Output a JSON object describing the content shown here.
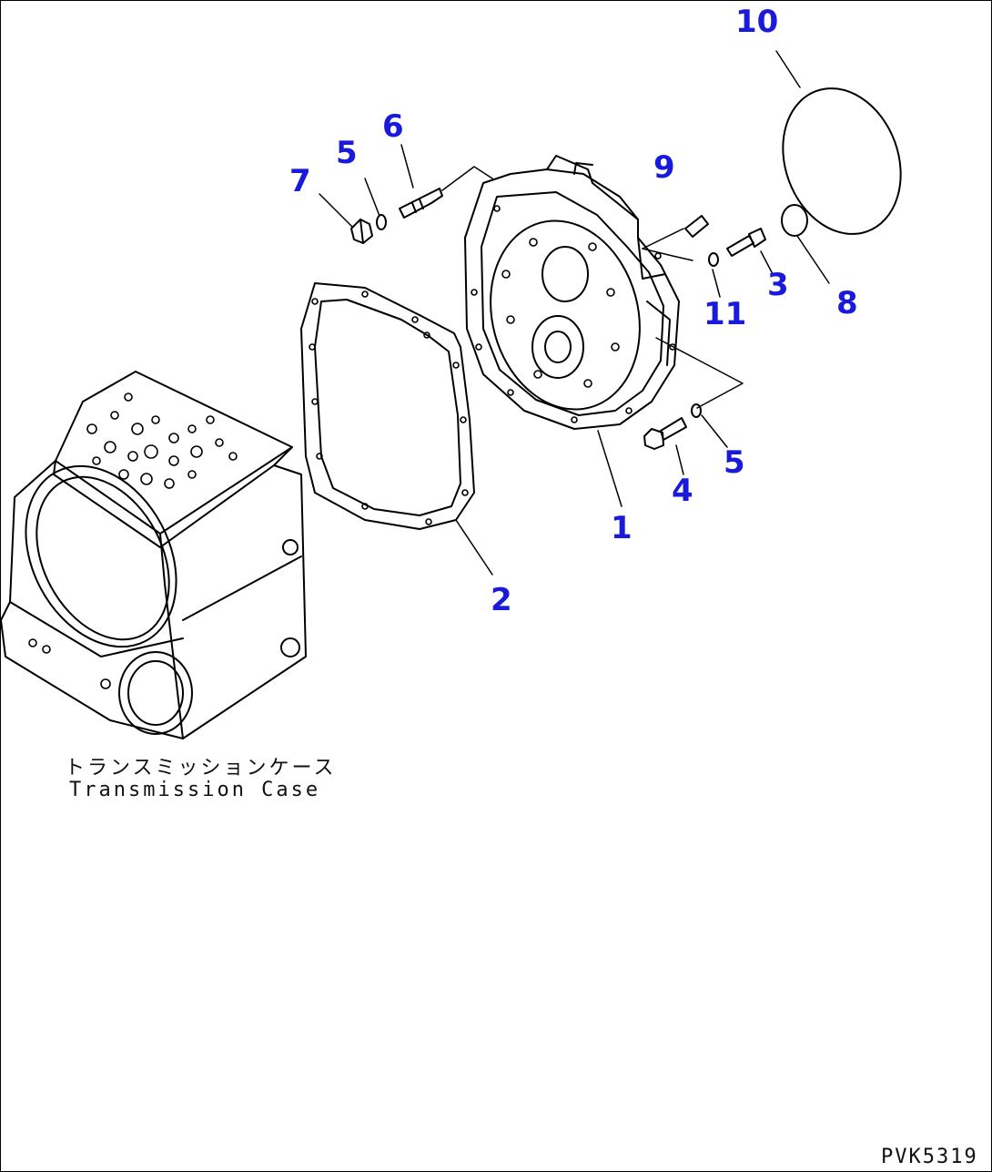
{
  "labels": {
    "p1": "1",
    "p2": "2",
    "p3": "3",
    "p4": "4",
    "p5a": "5",
    "p5b": "5",
    "p6": "6",
    "p7": "7",
    "p8": "8",
    "p9": "9",
    "p10": "10",
    "p11": "11"
  },
  "caption": {
    "japanese": "トランスミッションケース",
    "english": "Transmission Case"
  },
  "drawing_id": "PVK5319",
  "colors": {
    "callout": "#1a1adc",
    "line": "#000000"
  }
}
